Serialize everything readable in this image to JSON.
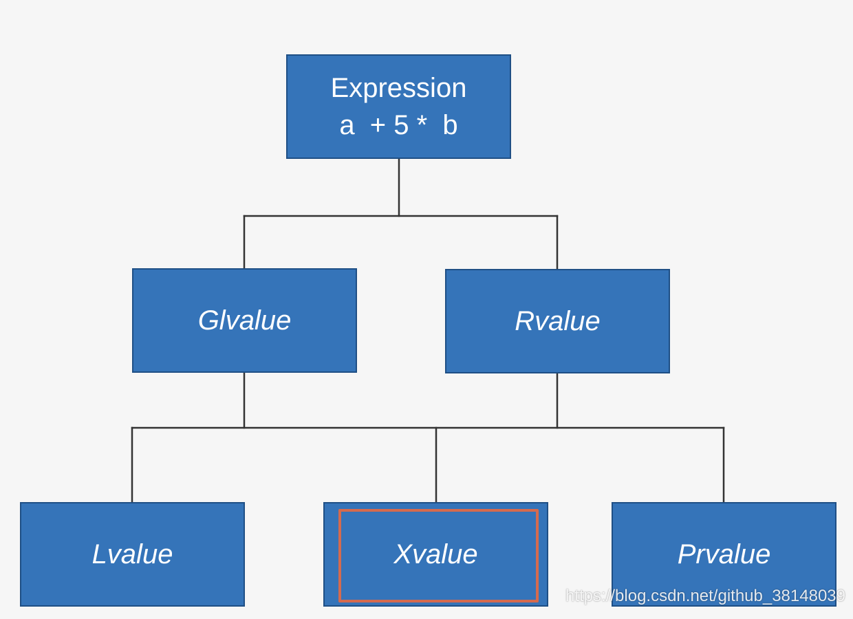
{
  "tree": {
    "root": {
      "line1": "Expression",
      "line2": "a  + 5 *  b"
    },
    "level2": {
      "left": "Glvalue",
      "right": "Rvalue"
    },
    "level3": {
      "left": "Lvalue",
      "middle": "Xvalue",
      "right": "Prvalue"
    }
  },
  "colors": {
    "node_fill": "#3574b9",
    "node_border": "#1f4f85",
    "connector": "#333333",
    "highlight": "#d56a4e",
    "background": "#f6f6f6"
  },
  "watermark": "https://blog.csdn.net/github_38148039"
}
